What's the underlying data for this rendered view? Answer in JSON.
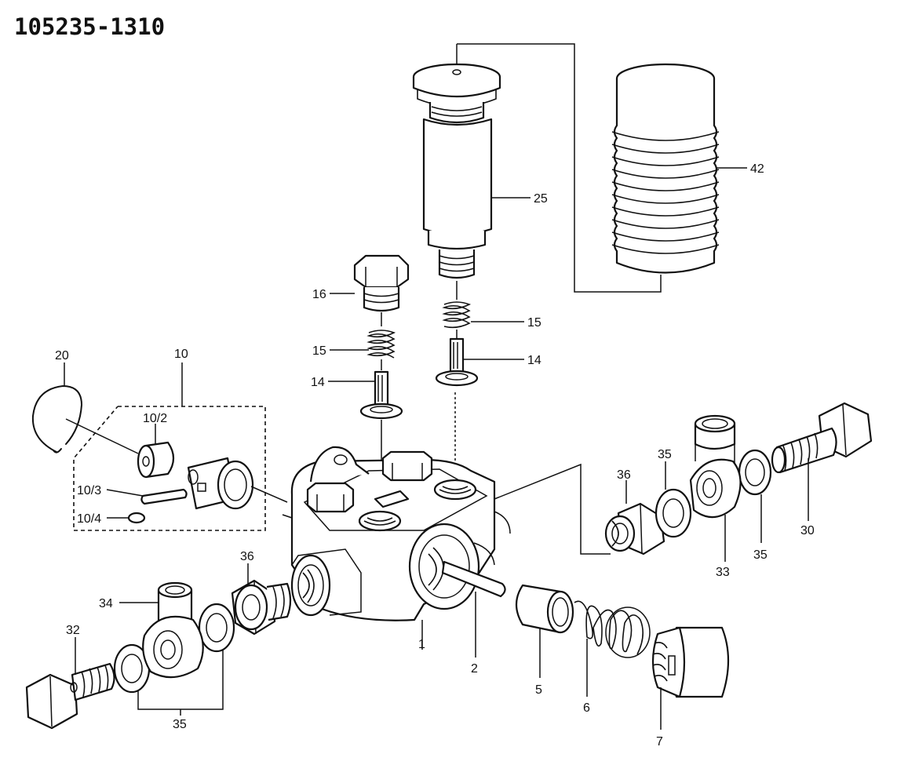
{
  "title": "105235-1310",
  "callouts": {
    "p1": "1",
    "p2": "2",
    "p5": "5",
    "p6": "6",
    "p7": "7",
    "p10": "10",
    "p10_2": "10/2",
    "p10_3": "10/3",
    "p10_4": "10/4",
    "p14_left": "14",
    "p14_right": "14",
    "p15_left": "15",
    "p15_right": "15",
    "p16": "16",
    "p20": "20",
    "p25": "25",
    "p30": "30",
    "p32": "32",
    "p33": "33",
    "p34": "34",
    "p35_left": "35",
    "p35_right_top": "35",
    "p35_right_bottom": "35",
    "p36_left": "36",
    "p36_right": "36",
    "p42": "42"
  }
}
